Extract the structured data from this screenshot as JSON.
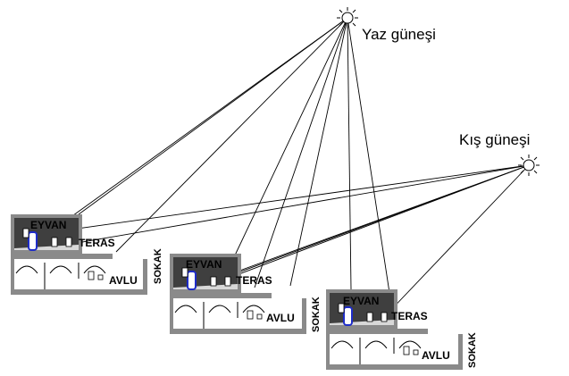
{
  "suns": {
    "summer": {
      "label": "Yaz güneşi"
    },
    "winter": {
      "label": "Kış güneşi"
    }
  },
  "houses": [
    {
      "eyvan": "EYVAN",
      "teras": "TERAS",
      "avlu": "AVLU",
      "sokak": "SOKAK"
    },
    {
      "eyvan": "EYVAN",
      "teras": "TERAS",
      "avlu": "AVLU",
      "sokak": "SOKAK"
    },
    {
      "eyvan": "EYVAN",
      "teras": "TERAS",
      "avlu": "AVLU",
      "sokak": "SOKAK"
    }
  ],
  "colors": {
    "dark": "#3f3f3f",
    "wall": "#8a8a8a",
    "light": "#d8d8d8",
    "door": "#1e2cc8",
    "line": "#000000"
  }
}
